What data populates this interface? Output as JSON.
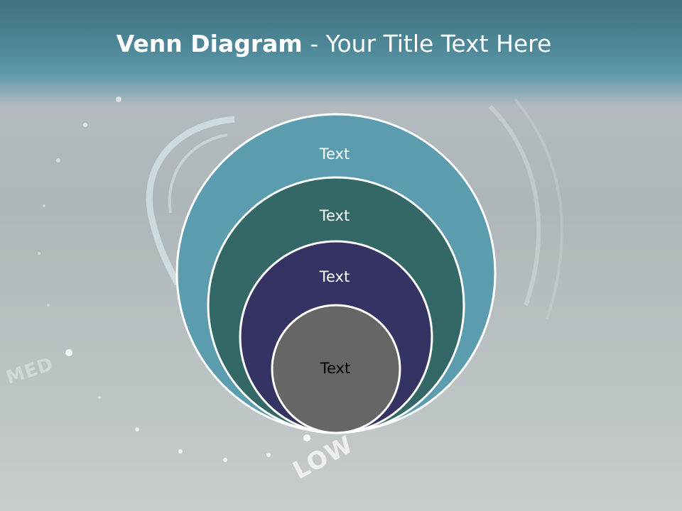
{
  "slide": {
    "title_bold": "Venn Diagram",
    "title_rest": " - Your Title Text Here"
  },
  "background": {
    "dial_label_med": "MED",
    "dial_label_low": "LOW"
  },
  "diagram": {
    "circles": [
      {
        "label": "Text",
        "fill": "#5b9caf",
        "text_color": "#ffffff"
      },
      {
        "label": "Text",
        "fill": "#336866",
        "text_color": "#ffffff"
      },
      {
        "label": "Text",
        "fill": "#353364",
        "text_color": "#ffffff"
      },
      {
        "label": "Text",
        "fill": "#666666",
        "text_color": "#000000"
      }
    ]
  },
  "colors": {
    "header": "#4e8898",
    "outline": "#ffffff"
  }
}
